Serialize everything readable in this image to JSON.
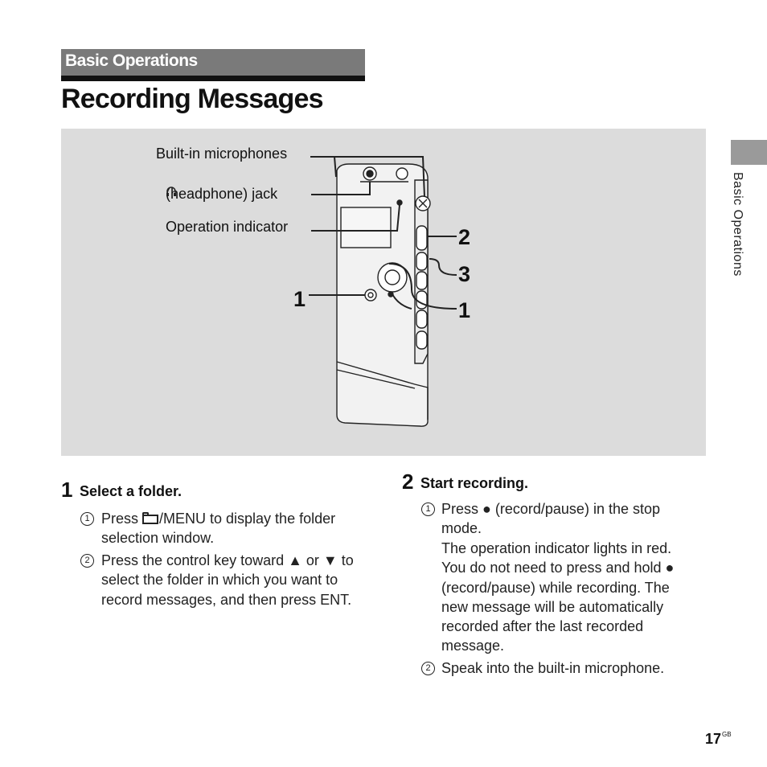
{
  "section": {
    "label": "Basic Operations"
  },
  "page_title": "Recording Messages",
  "figure": {
    "callouts": {
      "mics": "Built-in microphones",
      "headphone_icon": "headphone-icon",
      "headphone": "(headphone) jack",
      "indicator": "Operation indicator"
    },
    "numbers": {
      "left_1": "1",
      "right_2": "2",
      "right_3": "3",
      "right_1": "1"
    }
  },
  "side_tab": {
    "label": "Basic Operations"
  },
  "steps": [
    {
      "number": "1",
      "heading": "Select a folder.",
      "items": [
        {
          "marker": "1",
          "pre": "Press ",
          "icon": "folder-icon",
          "text": "/MENU to display the folder selection window."
        },
        {
          "marker": "2",
          "text": "Press the control key toward ▲ or ▼ to select the folder in which you want to record messages, and then press ENT."
        }
      ]
    },
    {
      "number": "2",
      "heading": "Start recording.",
      "items": [
        {
          "marker": "1",
          "text": "Press ● (record/pause) in the stop mode.",
          "notes": "The operation indicator lights in red. You do not need to press and hold ● (record/pause) while recording. The new message will be automatically recorded after the last recorded message."
        },
        {
          "marker": "2",
          "text": "Speak into the built-in microphone."
        }
      ]
    }
  ],
  "page_number": {
    "number": "17",
    "suffix": "GB"
  }
}
